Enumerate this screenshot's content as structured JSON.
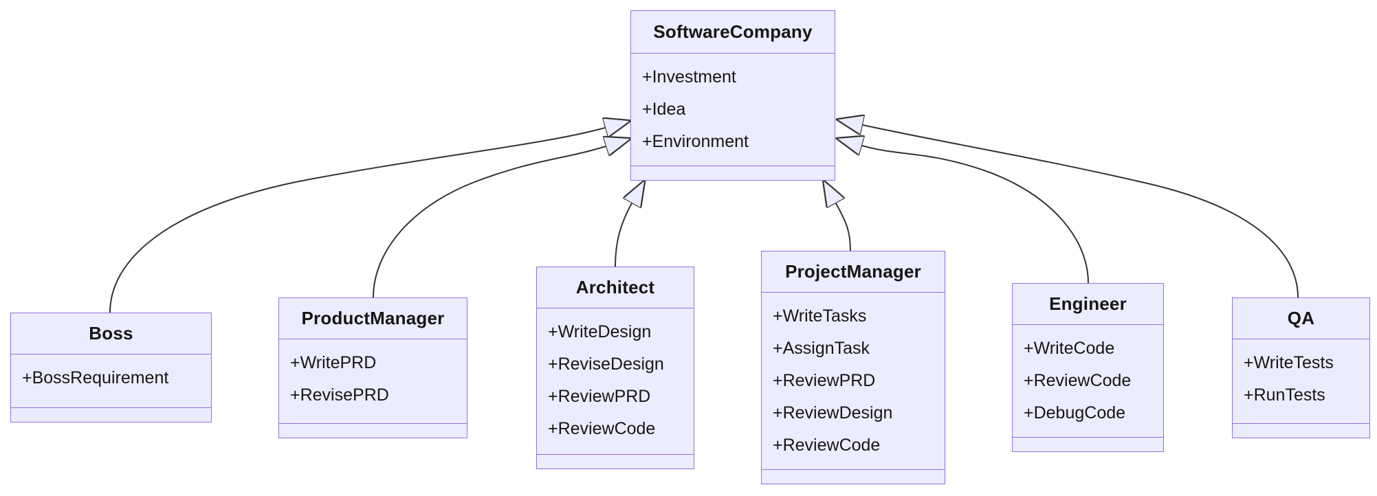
{
  "diagram": {
    "type": "uml-class-diagram",
    "classes": [
      {
        "id": "software-company",
        "name": "SoftwareCompany",
        "members": [
          "+Investment",
          "+Idea",
          "+Environment"
        ]
      },
      {
        "id": "boss",
        "name": "Boss",
        "members": [
          "+BossRequirement"
        ]
      },
      {
        "id": "product-manager",
        "name": "ProductManager",
        "members": [
          "+WritePRD",
          "+RevisePRD"
        ]
      },
      {
        "id": "architect",
        "name": "Architect",
        "members": [
          "+WriteDesign",
          "+ReviseDesign",
          "+ReviewPRD",
          "+ReviewCode"
        ]
      },
      {
        "id": "project-manager",
        "name": "ProjectManager",
        "members": [
          "+WriteTasks",
          "+AssignTask",
          "+ReviewPRD",
          "+ReviewDesign",
          "+ReviewCode"
        ]
      },
      {
        "id": "engineer",
        "name": "Engineer",
        "members": [
          "+WriteCode",
          "+ReviewCode",
          "+DebugCode"
        ]
      },
      {
        "id": "qa",
        "name": "QA",
        "members": [
          "+WriteTests",
          "+RunTests"
        ]
      }
    ],
    "relations": [
      {
        "from": "Boss",
        "to": "SoftwareCompany",
        "type": "inheritance"
      },
      {
        "from": "ProductManager",
        "to": "SoftwareCompany",
        "type": "inheritance"
      },
      {
        "from": "Architect",
        "to": "SoftwareCompany",
        "type": "inheritance"
      },
      {
        "from": "ProjectManager",
        "to": "SoftwareCompany",
        "type": "inheritance"
      },
      {
        "from": "Engineer",
        "to": "SoftwareCompany",
        "type": "inheritance"
      },
      {
        "from": "QA",
        "to": "SoftwareCompany",
        "type": "inheritance"
      }
    ],
    "colors": {
      "node_fill": "#ECECFF",
      "node_border": "#9370DB",
      "edge": "#333333",
      "text": "#161616",
      "background": "#ffffff"
    }
  }
}
